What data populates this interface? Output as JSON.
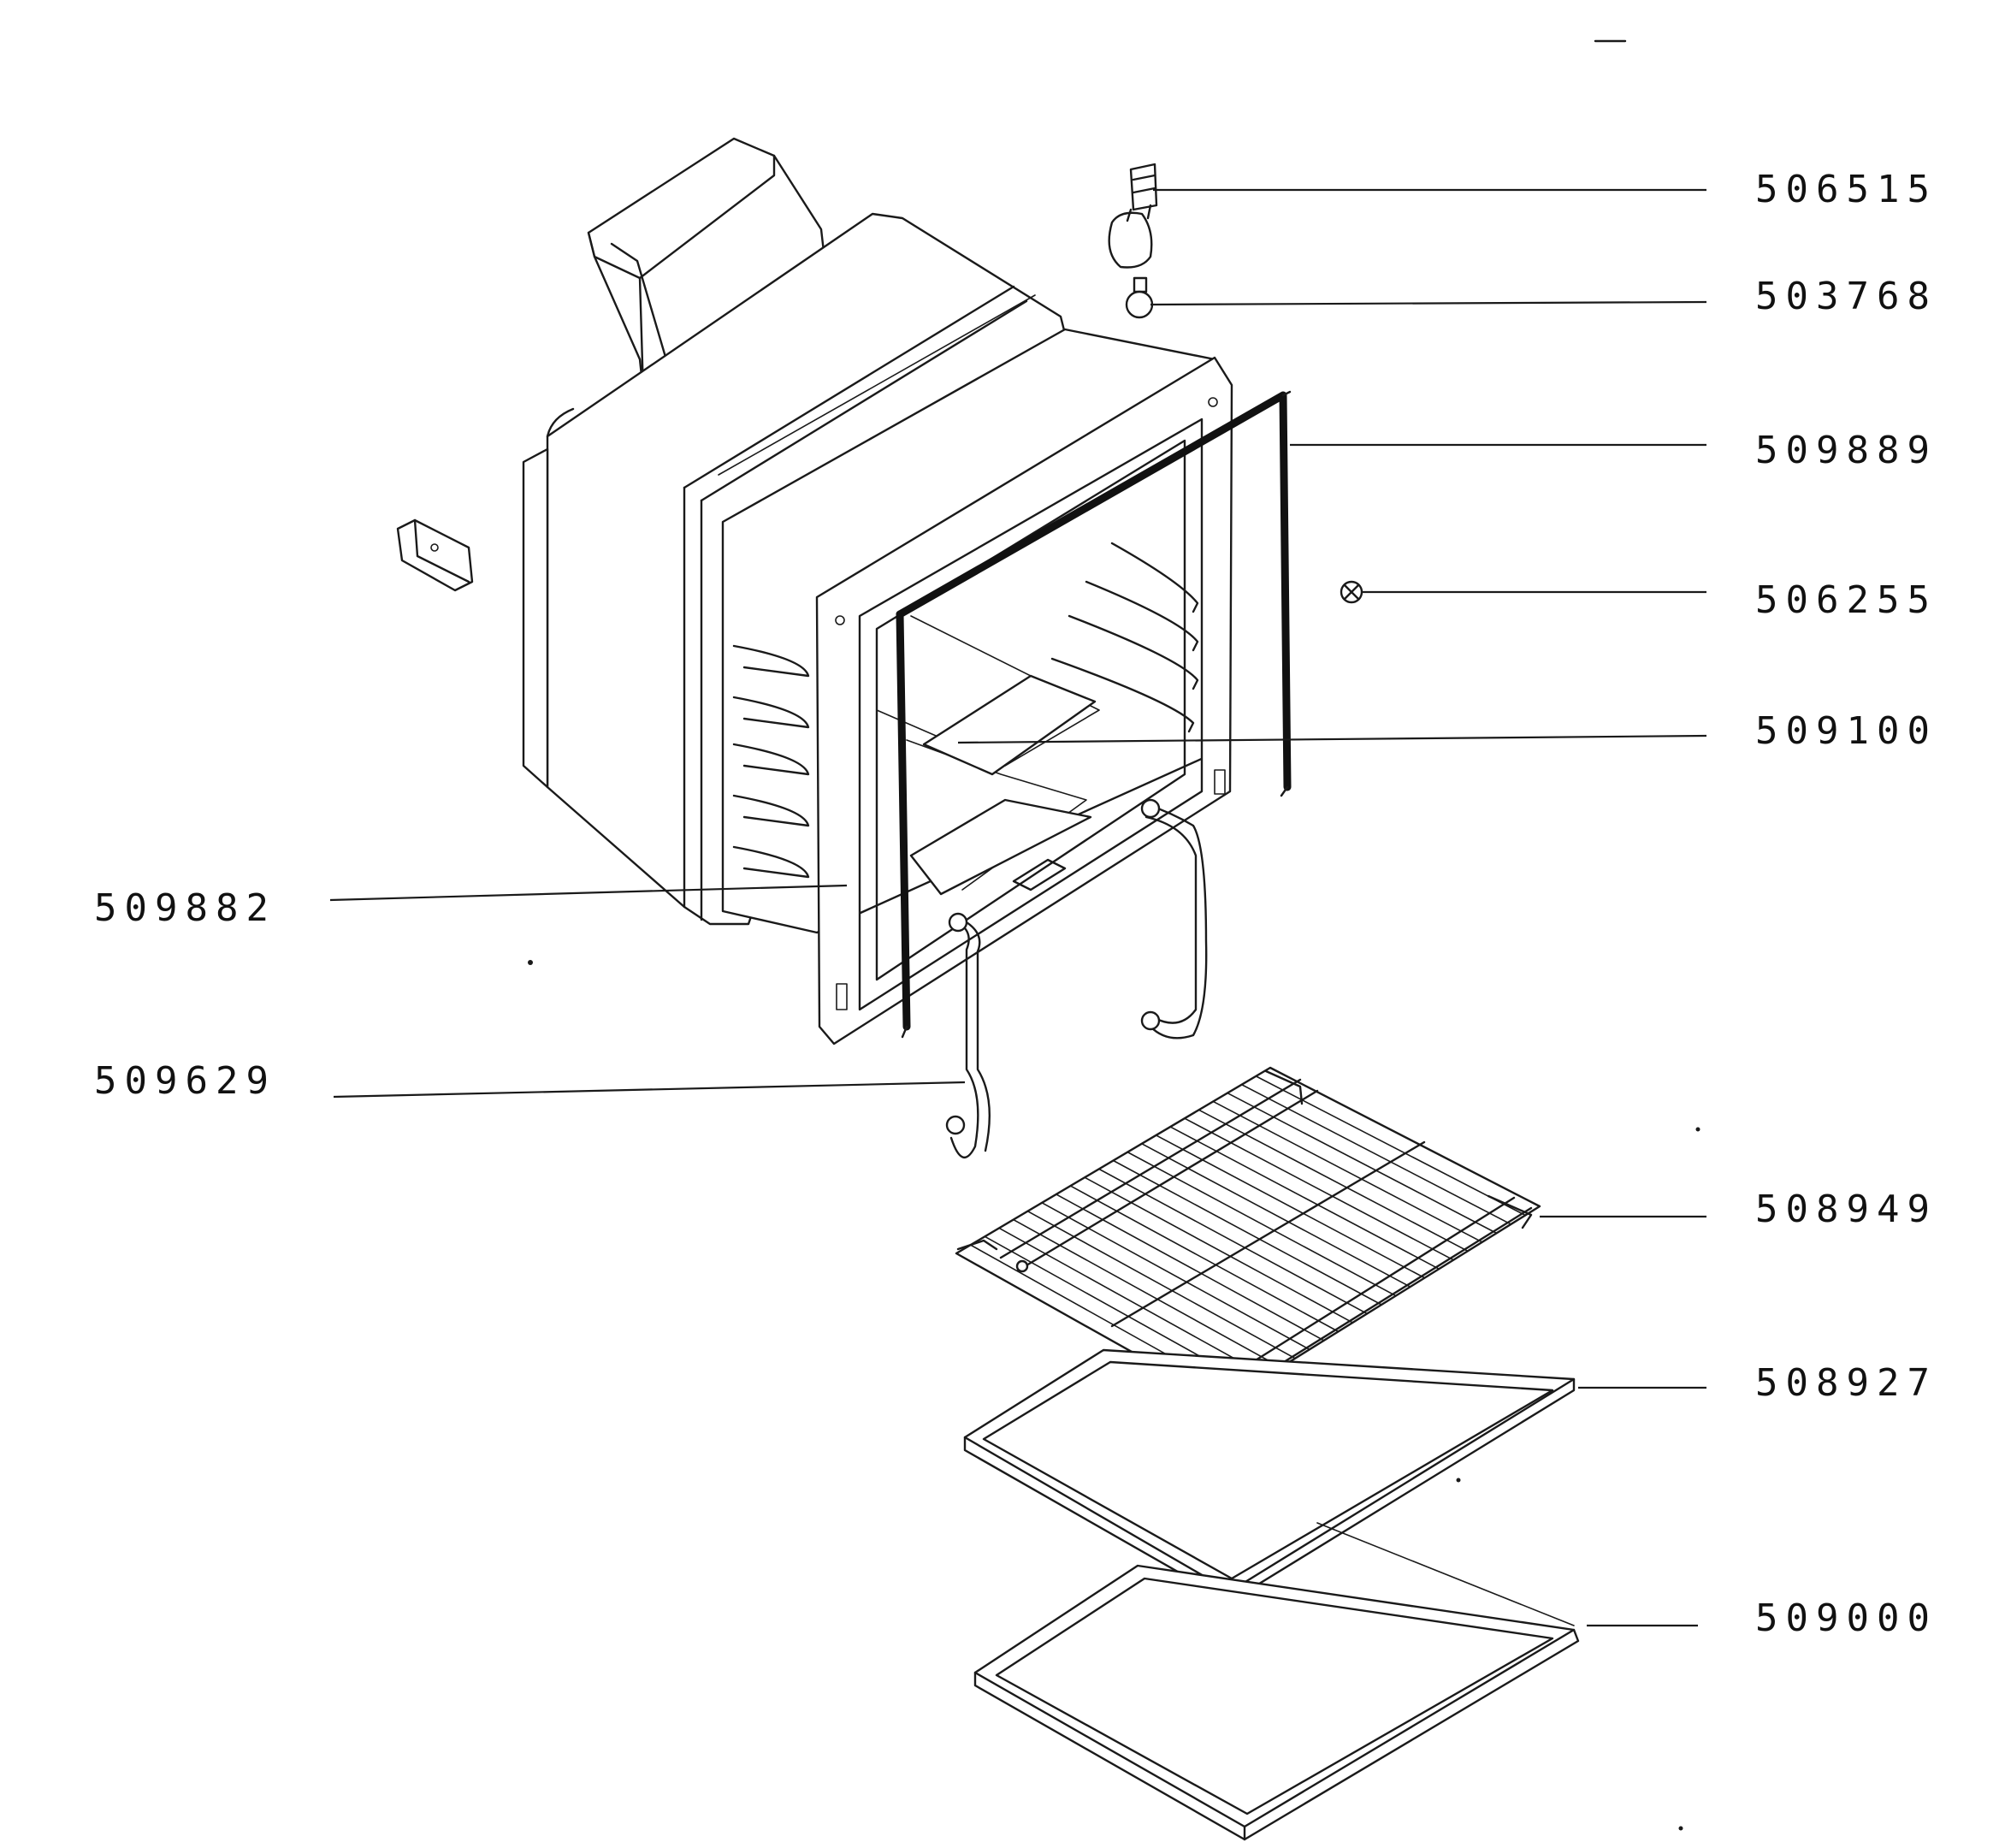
{
  "callouts": [
    {
      "id": "506515",
      "part": "lamp-holder"
    },
    {
      "id": "503768",
      "part": "lamp-bulb"
    },
    {
      "id": "509889",
      "part": "door-gasket"
    },
    {
      "id": "506255",
      "part": "clip"
    },
    {
      "id": "509100",
      "part": "oven-cavity"
    },
    {
      "id": "509882",
      "part": "front-frame"
    },
    {
      "id": "509629",
      "part": "shelf-support"
    },
    {
      "id": "508949",
      "part": "wire-rack"
    },
    {
      "id": "508927",
      "part": "baking-tray"
    },
    {
      "id": "509000",
      "part": "drip-tray"
    }
  ]
}
